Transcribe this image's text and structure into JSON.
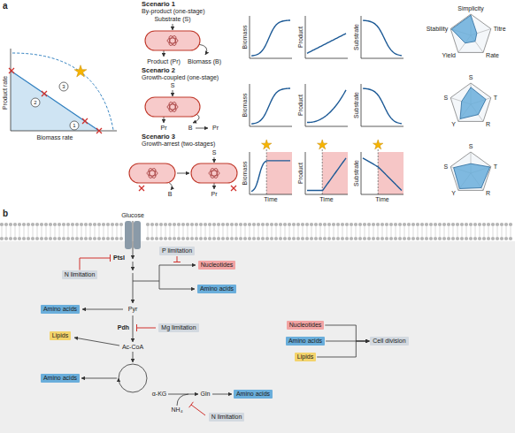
{
  "diagram": {
    "nodes": [
      {
        "text": [
          "P limitation"
        ]
      },
      {
        "text": [
          "Nucleotides"
        ]
      },
      {
        "text": [
          "N limitation"
        ]
      },
      {
        "text": [
          "Amino acids"
        ]
      },
      {
        "text": [
          "Amino acids"
        ]
      },
      {
        "text": [
          "Mg limitation"
        ]
      },
      {
        "text": [
          "Nucleotides"
        ]
      },
      {
        "text": [
          "Amino acids"
        ]
      },
      {
        "text": [
          "Lipids"
        ]
      },
      {
        "text": [
          "Cell division"
        ]
      },
      {
        "text": [
          "Lipids"
        ]
      },
      {
        "text": [
          "Amino acids"
        ]
      },
      {
        "text": [
          "Amino acids"
        ]
      },
      {
        "text": [
          "N limitation"
        ]
      }
    ],
    "edges": [
      {
        "from": 6,
        "to": 9,
        "arrow": "to"
      },
      {
        "from": 7,
        "to": 9,
        "arrow": "to"
      },
      {
        "from": 8,
        "to": 9,
        "arrow": "to"
      }
    ],
    "labels": [
      "a",
      "Product rate",
      "Biomass rate",
      "1",
      "2",
      "3",
      "Scenario 1",
      "By-product (one-stage)",
      "Substrate (S)",
      "Product (Pr)",
      "Biomass (B)",
      "Scenario 2",
      "Growth-coupled (one-stage)",
      "S",
      "Pr",
      "B",
      "Pr",
      "Scenario 3",
      "Growth-arrest (two-stages)",
      "S",
      "B",
      "Pr",
      "Biomass",
      "Product",
      "Substrate",
      "Biomass",
      "Product",
      "Substrate",
      "Biomass",
      "Product",
      "Substrate",
      "Time",
      "Time",
      "Time",
      "Simplicity",
      "Titre",
      "Rate",
      "Yield",
      "Stability",
      "S",
      "T",
      "R",
      "Y",
      "S",
      "S",
      "T",
      "R",
      "Y",
      "S",
      "b",
      "Glucose",
      "PtsI",
      "Pyr",
      "Pdh",
      "Ac-CoA",
      "α-KG",
      "Gln",
      "NH₄"
    ]
  }
}
